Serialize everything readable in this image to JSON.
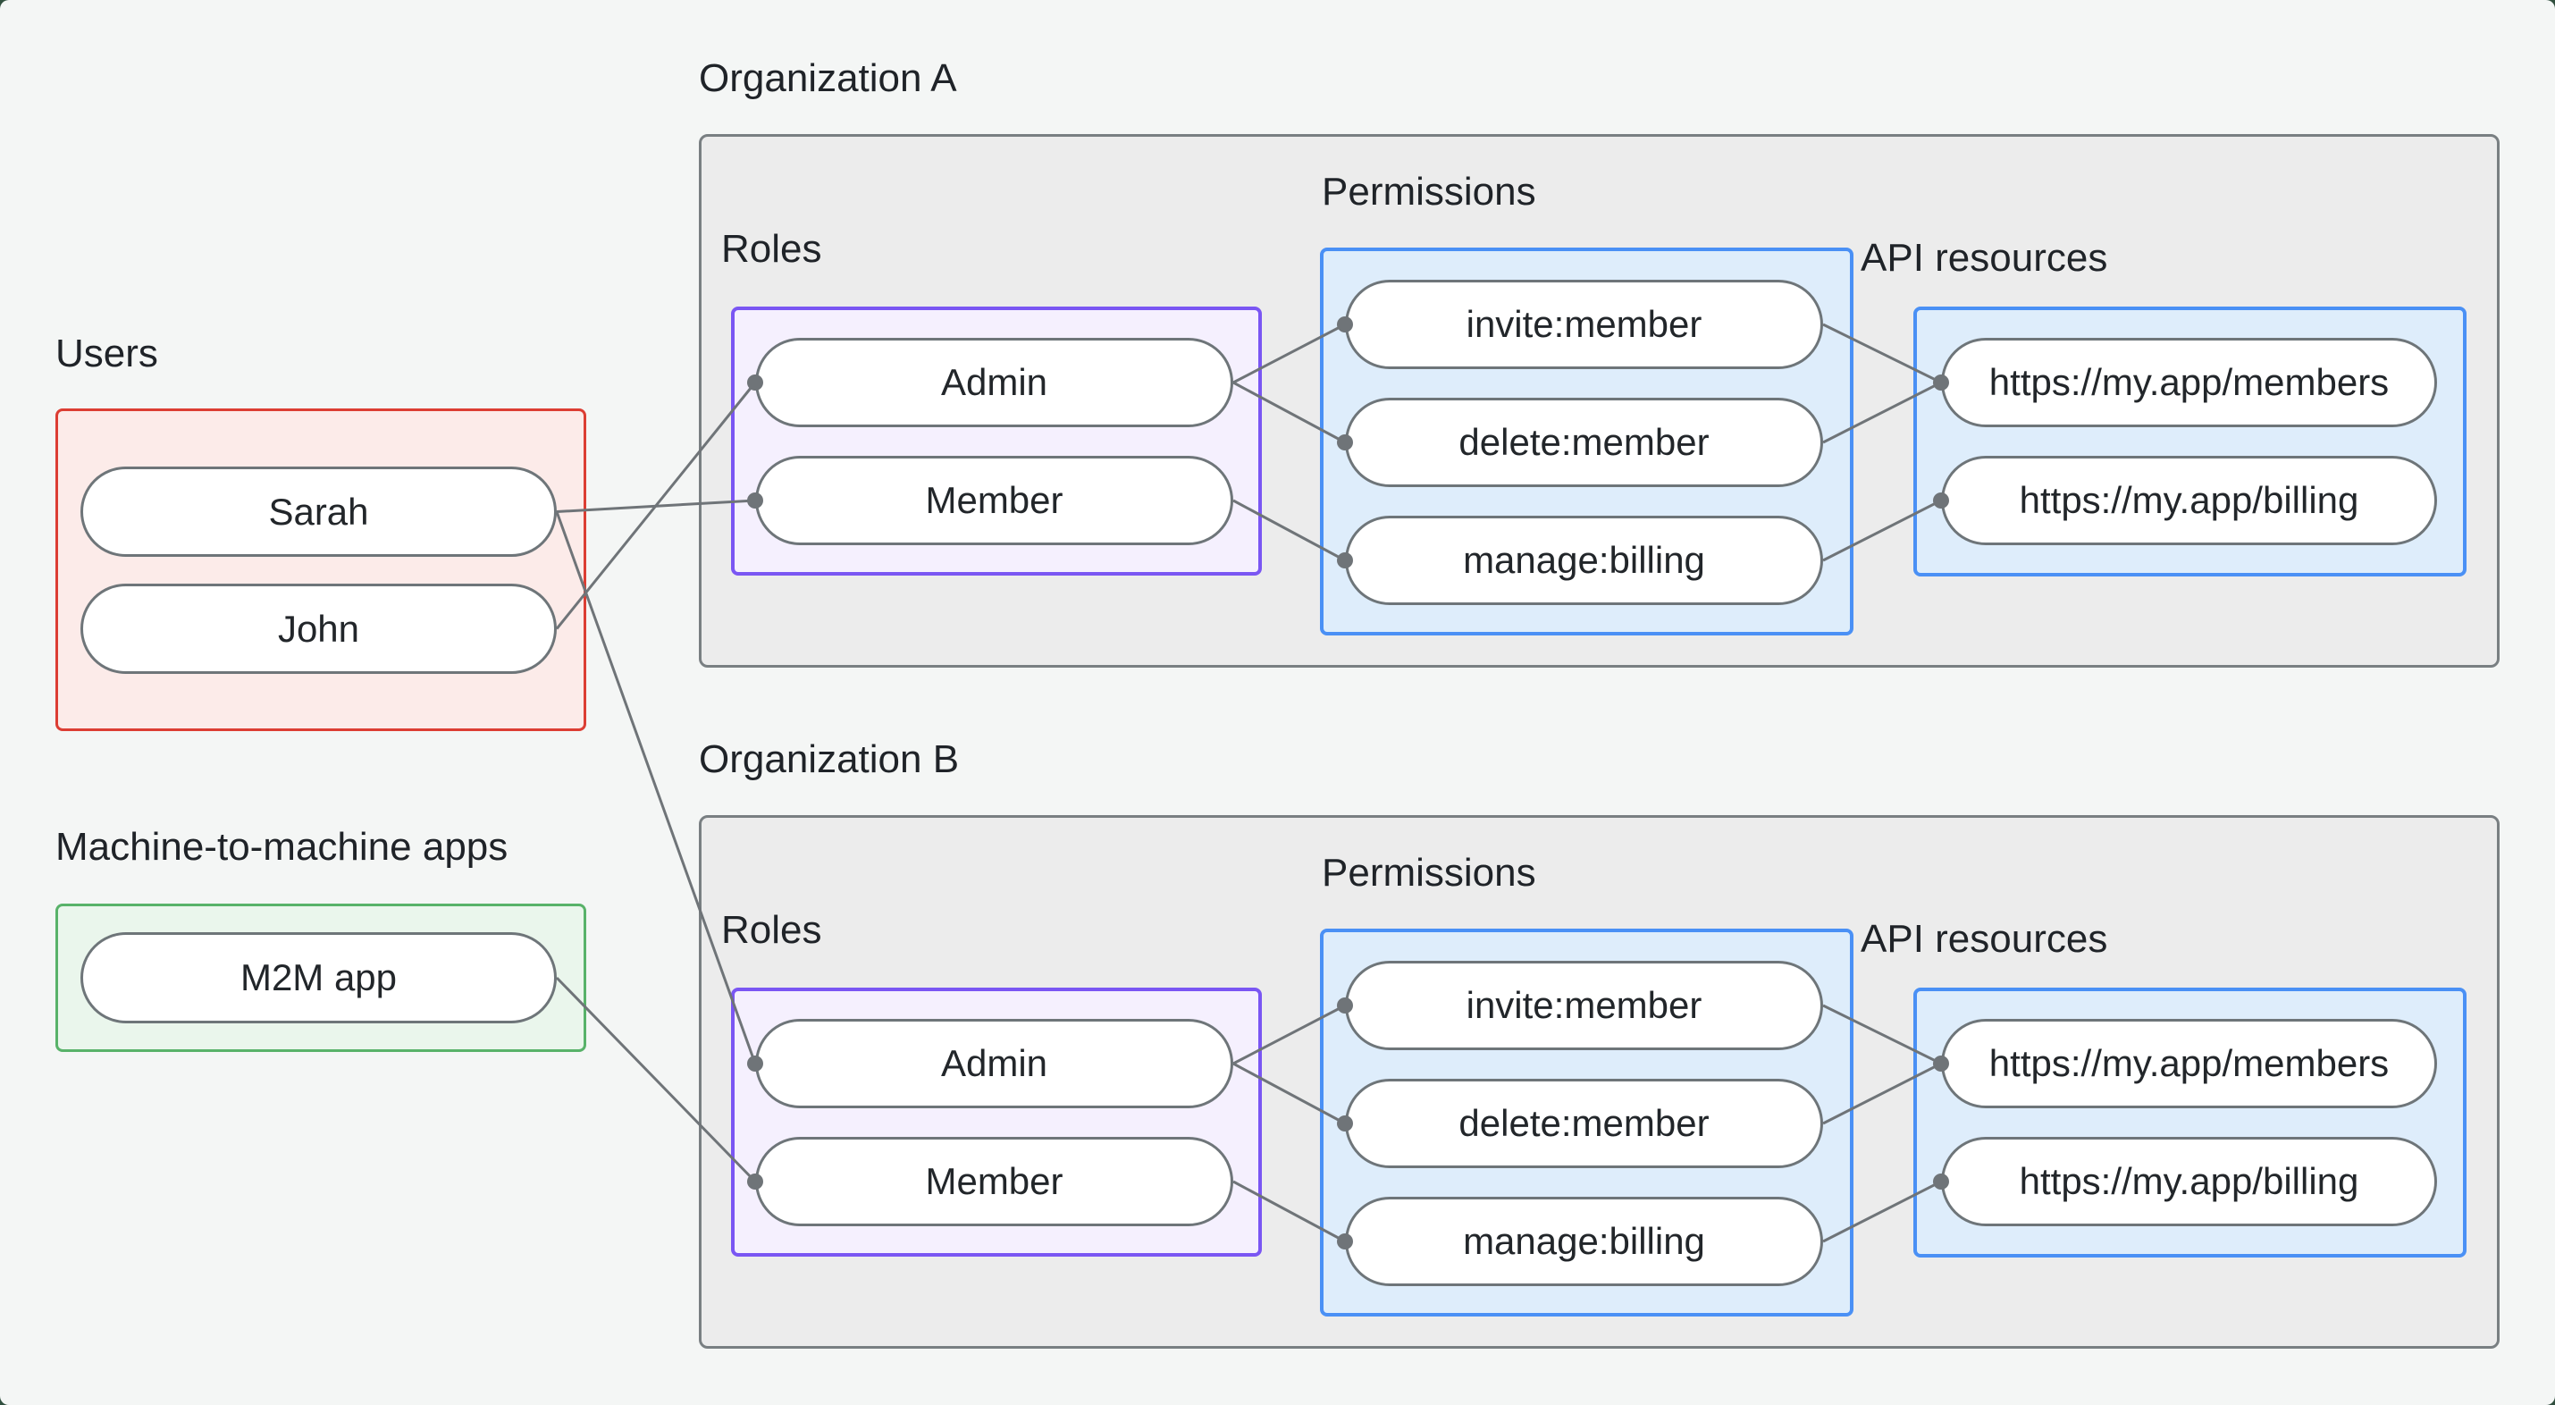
{
  "users_group": {
    "label": "Users",
    "items": [
      {
        "label": "Sarah"
      },
      {
        "label": "John"
      }
    ]
  },
  "m2m_group": {
    "label": "Machine-to-machine apps",
    "items": [
      {
        "label": "M2M app"
      }
    ]
  },
  "org_a": {
    "title": "Organization A",
    "roles_label": "Roles",
    "permissions_label": "Permissions",
    "api_label": "API resources",
    "roles": [
      {
        "label": "Admin"
      },
      {
        "label": "Member"
      }
    ],
    "permissions": [
      {
        "label": "invite:member"
      },
      {
        "label": "delete:member"
      },
      {
        "label": "manage:billing"
      }
    ],
    "api_resources": [
      {
        "label": "https://my.app/members"
      },
      {
        "label": "https://my.app/billing"
      }
    ]
  },
  "org_b": {
    "title": "Organization B",
    "roles_label": "Roles",
    "permissions_label": "Permissions",
    "api_label": "API resources",
    "roles": [
      {
        "label": "Admin"
      },
      {
        "label": "Member"
      }
    ],
    "permissions": [
      {
        "label": "invite:member"
      },
      {
        "label": "delete:member"
      },
      {
        "label": "manage:billing"
      }
    ],
    "api_resources": [
      {
        "label": "https://my.app/members"
      },
      {
        "label": "https://my.app/billing"
      }
    ]
  },
  "edges": [
    {
      "from": "users.sarah",
      "to": "org_a.member"
    },
    {
      "from": "users.john",
      "to": "org_a.admin"
    },
    {
      "from": "users.sarah",
      "to": "org_b.admin"
    },
    {
      "from": "m2m.m2m_app",
      "to": "org_b.member"
    },
    {
      "from": "org_a.admin",
      "to": "org_a.invite_member"
    },
    {
      "from": "org_a.admin",
      "to": "org_a.delete_member"
    },
    {
      "from": "org_a.member",
      "to": "org_a.manage_billing"
    },
    {
      "from": "org_a.invite_member",
      "to": "org_a.api_members"
    },
    {
      "from": "org_a.delete_member",
      "to": "org_a.api_members"
    },
    {
      "from": "org_a.manage_billing",
      "to": "org_a.api_billing"
    },
    {
      "from": "org_b.admin",
      "to": "org_b.invite_member"
    },
    {
      "from": "org_b.admin",
      "to": "org_b.delete_member"
    },
    {
      "from": "org_b.member",
      "to": "org_b.manage_billing"
    },
    {
      "from": "org_b.invite_member",
      "to": "org_b.api_members"
    },
    {
      "from": "org_b.delete_member",
      "to": "org_b.api_members"
    },
    {
      "from": "org_b.manage_billing",
      "to": "org_b.api_billing"
    }
  ],
  "colors": {
    "users_accent": "#dc3d33",
    "m2m_accent": "#58b269",
    "roles_accent": "#7a56f3",
    "permissions_accent": "#4a90f5",
    "connector": "#6f7478",
    "container_border": "#797f82"
  }
}
